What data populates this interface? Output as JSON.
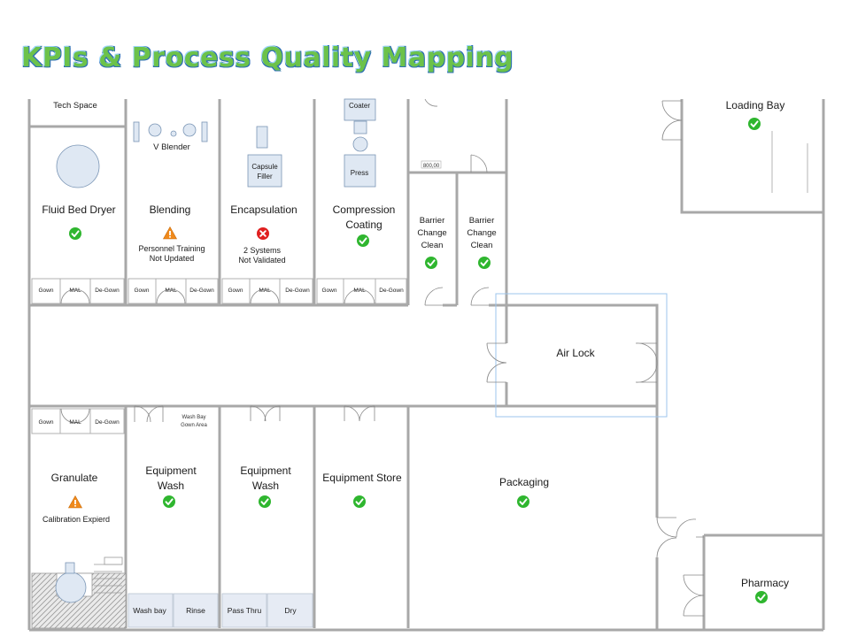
{
  "title": "KPIs & Process Quality Mapping",
  "status_colors": {
    "ok": "#2fb62f",
    "warning": "#f08a1c",
    "error": "#e02020"
  },
  "rooms": {
    "tech_space": "Tech Space",
    "fluid_bed_dryer": {
      "name": "Fluid Bed Dryer",
      "status": "ok"
    },
    "blending": {
      "name": "Blending",
      "status": "warning",
      "note1": "Personnel Training",
      "note2": "Not Updated",
      "equipment": "V Blender"
    },
    "encapsulation": {
      "name": "Encapsulation",
      "status": "error",
      "note1": "2 Systems",
      "note2": "Not Validated",
      "equipment1": "Capsule",
      "equipment2": "Filler"
    },
    "compression_coating": {
      "name1": "Compression",
      "name2": "Coating",
      "status": "ok",
      "equipment1": "Coater",
      "equipment2": "Press"
    },
    "barrier_1": {
      "line1": "Barrier",
      "line2": "Change",
      "line3": "Clean",
      "status": "ok"
    },
    "barrier_2": {
      "line1": "Barrier",
      "line2": "Change",
      "line3": "Clean",
      "status": "ok"
    },
    "loading_bay": {
      "name": "Loading Bay",
      "status": "ok"
    },
    "air_lock": {
      "name": "Air Lock"
    },
    "granulate": {
      "name": "Granulate",
      "status": "warning",
      "note": "Calibration Expierd"
    },
    "equipment_wash_1": {
      "name1": "Equipment",
      "name2": "Wash",
      "status": "ok",
      "sub1": "Wash bay",
      "sub2": "Rinse",
      "note1": "Wash Bay",
      "note2": "Gown Area"
    },
    "equipment_wash_2": {
      "name1": "Equipment",
      "name2": "Wash",
      "status": "ok",
      "sub1": "Pass Thru",
      "sub2": "Dry"
    },
    "equipment_store": {
      "name": "Equipment Store",
      "status": "ok"
    },
    "packaging": {
      "name": "Packaging",
      "status": "ok"
    },
    "pharmacy": {
      "name": "Pharmacy",
      "status": "ok"
    }
  },
  "gown_labels": {
    "gown": "Gown",
    "mal": "MAL",
    "degown": "De-Gown"
  },
  "door_tag": "800,00"
}
